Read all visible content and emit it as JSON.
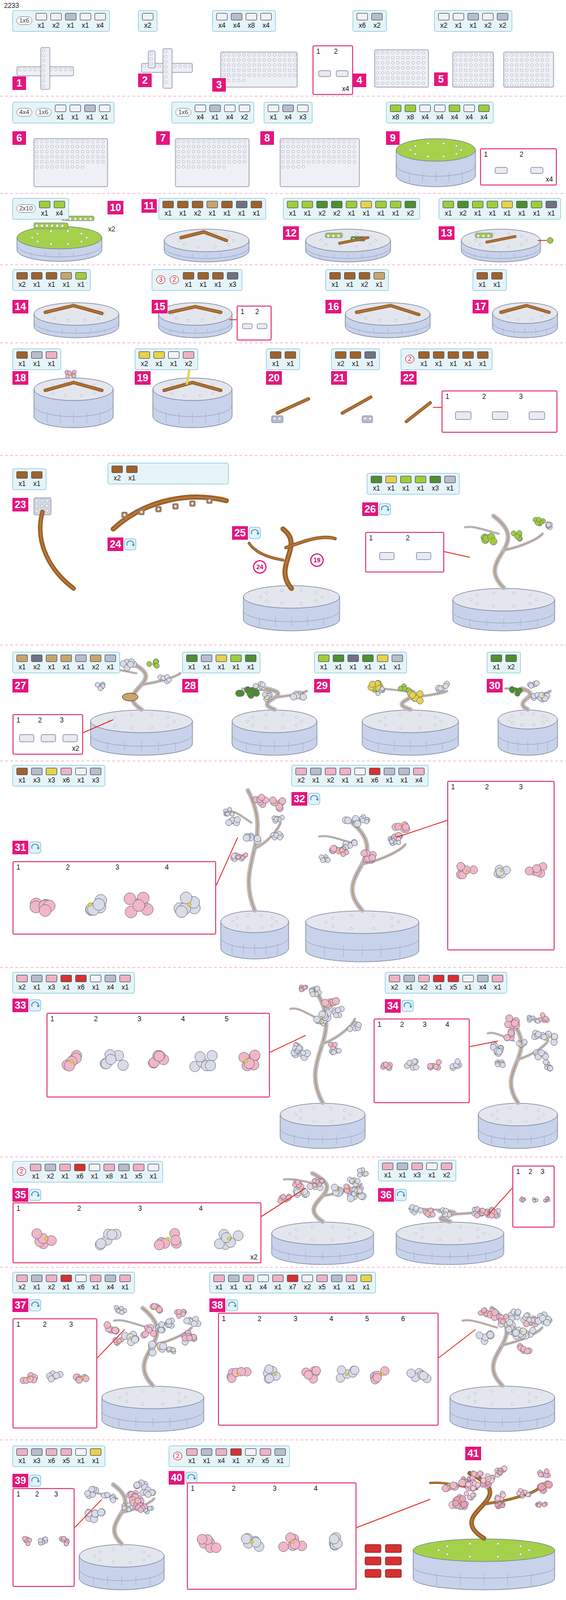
{
  "diagram": {
    "nodes": [
      {
        "text": [
          "1x6",
          "x1",
          "x2",
          "x1",
          "x1",
          "x4"
        ]
      },
      {
        "text": [
          "1"
        ]
      },
      {
        "text": [
          "x2"
        ]
      },
      {
        "text": [
          "2"
        ]
      },
      {
        "text": [
          "x4",
          "x4",
          "x8",
          "x4"
        ]
      },
      {
        "text": [
          "3"
        ]
      },
      {
        "text": [
          "1",
          "2",
          "x4"
        ]
      },
      {
        "text": [
          "x6",
          "x2"
        ]
      },
      {
        "text": [
          "4"
        ]
      },
      {
        "text": [
          "x2",
          "x1",
          "x1",
          "x2",
          "x2"
        ]
      },
      {
        "text": [
          "5"
        ]
      },
      {
        "text": [
          "4x4",
          "1x6",
          "x1",
          "x1",
          "x1",
          "x1"
        ]
      },
      {
        "text": [
          "6"
        ]
      },
      {
        "text": [
          "1x6",
          "x4",
          "x1",
          "x4",
          "x2"
        ]
      },
      {
        "text": [
          "7"
        ]
      },
      {
        "text": [
          "x1",
          "x4",
          "x3"
        ]
      },
      {
        "text": [
          "8"
        ]
      },
      {
        "text": [
          "x8",
          "x8",
          "x4",
          "x4",
          "x4",
          "x4",
          "x4"
        ]
      },
      {
        "text": [
          "9"
        ]
      },
      {
        "text": [
          "1",
          "2",
          "x4"
        ]
      },
      {
        "text": [
          "2x10",
          "x1",
          "x4"
        ]
      },
      {
        "text": [
          "10"
        ]
      },
      {
        "text": [
          "x1",
          "x1",
          "x2",
          "x1",
          "x1",
          "x1",
          "x1"
        ]
      },
      {
        "text": [
          "11"
        ]
      },
      {
        "text": [
          "x1",
          "x1",
          "x2",
          "x2",
          "x1",
          "x1",
          "x1",
          "x1",
          "x2"
        ]
      },
      {
        "text": [
          "12"
        ]
      },
      {
        "text": [
          "x1",
          "x2",
          "x1",
          "x1",
          "x1",
          "x1",
          "x1",
          "x1"
        ]
      },
      {
        "text": [
          "13"
        ]
      },
      {
        "text": [
          "x2",
          "x1",
          "x1",
          "x1",
          "x1"
        ]
      },
      {
        "text": [
          "14"
        ]
      },
      {
        "text": [
          "3",
          "2",
          "x1",
          "x1",
          "x1",
          "x3"
        ]
      },
      {
        "text": [
          "15"
        ]
      },
      {
        "text": [
          "1",
          "2"
        ]
      },
      {
        "text": [
          "x1",
          "x1",
          "x2",
          "x1"
        ]
      },
      {
        "text": [
          "16"
        ]
      },
      {
        "text": [
          "x1",
          "x1"
        ]
      },
      {
        "text": [
          "17"
        ]
      },
      {
        "text": [
          "x1",
          "x1",
          "x1"
        ]
      },
      {
        "text": [
          "18"
        ]
      },
      {
        "text": [
          "x2",
          "x1",
          "x1",
          "x2"
        ]
      },
      {
        "text": [
          "19"
        ]
      },
      {
        "text": [
          "x1",
          "x1"
        ]
      },
      {
        "text": [
          "20"
        ]
      },
      {
        "text": [
          "x2",
          "x1",
          "x1"
        ]
      },
      {
        "text": [
          "21"
        ]
      },
      {
        "text": [
          "2",
          "x1",
          "x1",
          "x1",
          "x1",
          "x1"
        ]
      },
      {
        "text": [
          "22"
        ]
      },
      {
        "text": [
          "1",
          "2",
          "3"
        ]
      },
      {
        "text": [
          "x1",
          "x1"
        ]
      },
      {
        "text": [
          "23"
        ]
      },
      {
        "text": [
          "x2",
          "x1"
        ]
      },
      {
        "text": [
          "24"
        ]
      },
      {
        "text": [
          "25"
        ]
      },
      {
        "text": [
          "24"
        ]
      },
      {
        "text": [
          "19"
        ]
      },
      {
        "text": [
          "x1",
          "x1",
          "x1",
          "x1",
          "x3",
          "x1"
        ]
      },
      {
        "text": [
          "26"
        ]
      },
      {
        "text": [
          "1",
          "2"
        ]
      },
      {
        "text": [
          "x1",
          "x2",
          "x1",
          "x1",
          "x1",
          "x2",
          "x1"
        ]
      },
      {
        "text": [
          "27"
        ]
      },
      {
        "text": [
          "1",
          "2",
          "3",
          "x2"
        ]
      },
      {
        "text": [
          "x1",
          "x1",
          "x1",
          "x1",
          "x1"
        ]
      },
      {
        "text": [
          "28"
        ]
      },
      {
        "text": [
          "x1",
          "x1",
          "x1",
          "x1",
          "x1",
          "x1"
        ]
      },
      {
        "text": [
          "29"
        ]
      },
      {
        "text": [
          "x1",
          "x2"
        ]
      },
      {
        "text": [
          "30"
        ]
      },
      {
        "text": [
          "x1",
          "x3",
          "x3",
          "x6",
          "x1",
          "x3"
        ]
      },
      {
        "text": [
          "31"
        ]
      },
      {
        "text": [
          "1",
          "2",
          "3",
          "4"
        ]
      },
      {
        "text": [
          "x2",
          "x1",
          "x2",
          "x1",
          "x1",
          "x6",
          "x1",
          "x1",
          "x4"
        ]
      },
      {
        "text": [
          "32"
        ]
      },
      {
        "text": [
          "1",
          "2",
          "3"
        ]
      },
      {
        "text": [
          "x2",
          "x1",
          "x3",
          "x1",
          "x6",
          "x1",
          "x4",
          "x1"
        ]
      },
      {
        "text": [
          "33"
        ]
      },
      {
        "text": [
          "1",
          "2",
          "3",
          "4",
          "5"
        ]
      },
      {
        "text": [
          "x2",
          "x1",
          "x2",
          "x1",
          "x5",
          "x1",
          "x4",
          "x1"
        ]
      },
      {
        "text": [
          "34"
        ]
      },
      {
        "text": [
          "1",
          "2",
          "3",
          "4"
        ]
      },
      {
        "text": [
          "2",
          "x1",
          "x2",
          "x1",
          "x6",
          "x1",
          "x8",
          "x1",
          "x5",
          "x1"
        ]
      },
      {
        "text": [
          "35"
        ]
      },
      {
        "text": [
          "1",
          "2",
          "3",
          "4",
          "x2"
        ]
      },
      {
        "text": [
          "x1",
          "x1",
          "x3",
          "x1",
          "x2"
        ]
      },
      {
        "text": [
          "36"
        ]
      },
      {
        "text": [
          "1",
          "2",
          "3"
        ]
      },
      {
        "text": [
          "x2",
          "x1",
          "x2",
          "x1",
          "x6",
          "x1",
          "x4",
          "x1"
        ]
      },
      {
        "text": [
          "37"
        ]
      },
      {
        "text": [
          "1",
          "2",
          "3"
        ]
      },
      {
        "text": [
          "x1",
          "x1",
          "x1",
          "x4",
          "x1",
          "x7",
          "x2",
          "x5",
          "x1",
          "x1",
          "x1"
        ]
      },
      {
        "text": [
          "38"
        ]
      },
      {
        "text": [
          "1",
          "2",
          "3",
          "4",
          "5",
          "6"
        ]
      },
      {
        "text": [
          "x1",
          "x3",
          "x6",
          "x5",
          "x1",
          "x1"
        ]
      },
      {
        "text": [
          "39"
        ]
      },
      {
        "text": [
          "1",
          "2",
          "3"
        ]
      },
      {
        "text": [
          "2",
          "x1",
          "x1",
          "x4",
          "x1",
          "x7",
          "x5",
          "x1"
        ]
      },
      {
        "text": [
          "40"
        ]
      },
      {
        "text": [
          "1",
          "2",
          "3",
          "4"
        ]
      },
      {
        "text": [
          "41"
        ]
      }
    ],
    "labels": [
      "2233",
      "x2"
    ]
  }
}
